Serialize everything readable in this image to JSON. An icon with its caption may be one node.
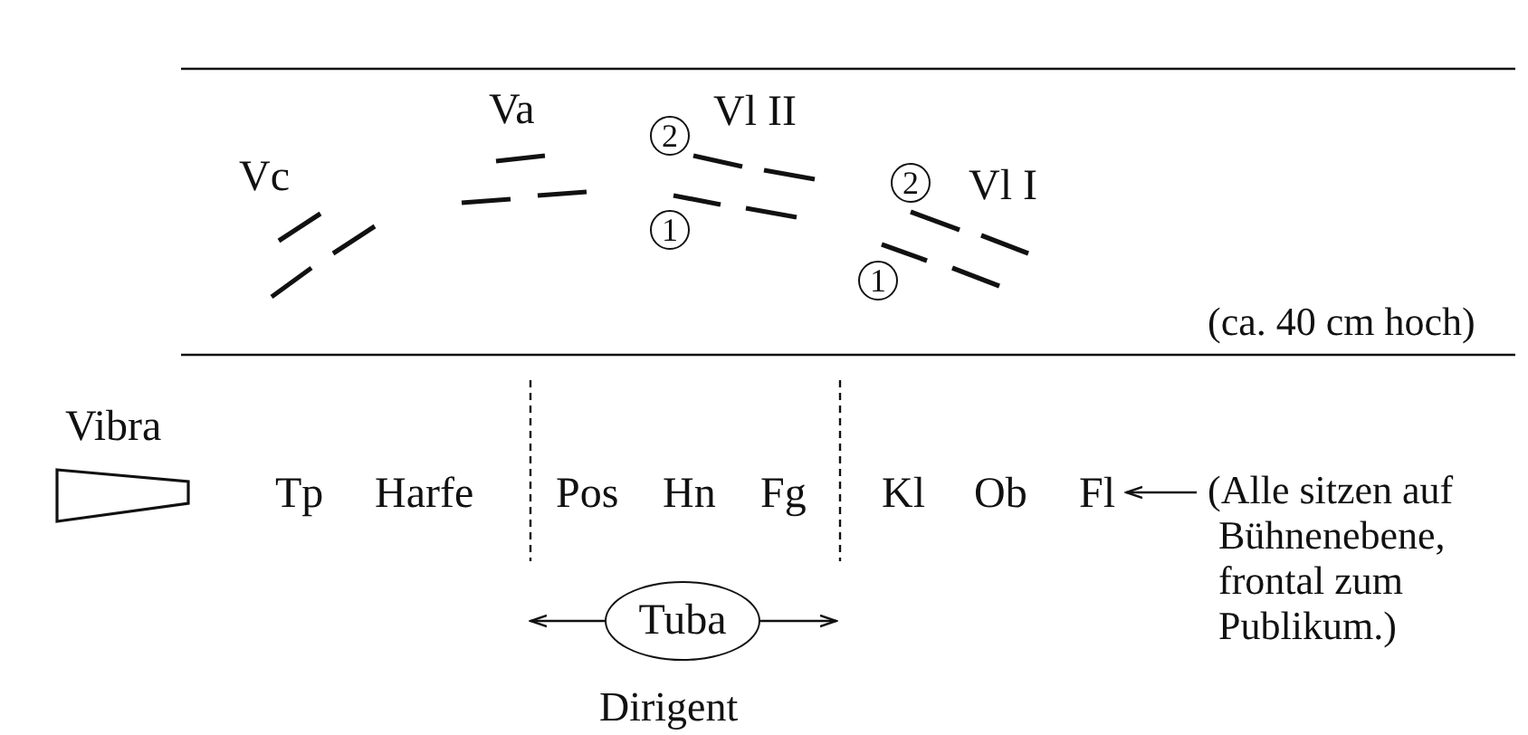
{
  "diagram": {
    "nodes": [
      {
        "text": [
          "2"
        ]
      },
      {
        "text": [
          "1"
        ]
      },
      {
        "text": [
          "2"
        ]
      },
      {
        "text": [
          "1"
        ]
      },
      {
        "text": [
          "Vibra"
        ]
      },
      {
        "text": [
          "Fl"
        ]
      },
      {
        "text": [
          "(Alle sitzen auf Bühnenebene, frontal zum Publikum.)"
        ]
      },
      {
        "text": [
          "Tuba"
        ]
      }
    ],
    "edges": [
      {
        "from": 6,
        "to": 5,
        "arrow": "to"
      },
      {
        "from": 7,
        "to": null,
        "arrow": "to"
      },
      {
        "from": 7,
        "to": null,
        "arrow": "to"
      }
    ],
    "labels": [
      "Vc",
      "Va",
      "Vl II",
      "Vl I",
      "(ca. 40 cm hoch)",
      "Tp",
      "Harfe",
      "Pos",
      "Hn",
      "Fg",
      "Kl",
      "Ob",
      "Dirigent"
    ]
  }
}
